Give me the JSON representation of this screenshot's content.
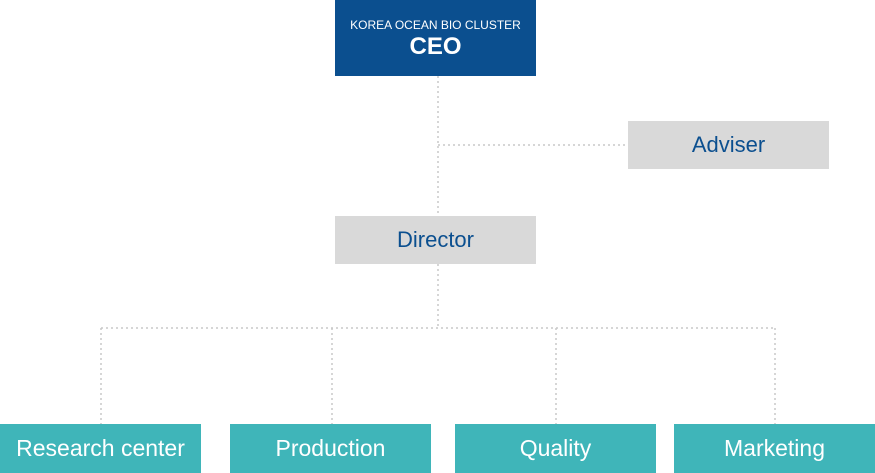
{
  "ceo": {
    "subtitle": "KOREA OCEAN BIO CLUSTER",
    "title": "CEO"
  },
  "adviser": {
    "label": "Adviser"
  },
  "director": {
    "label": "Director"
  },
  "departments": [
    {
      "label": "Research center"
    },
    {
      "label": "Production"
    },
    {
      "label": "Quality"
    },
    {
      "label": "Marketing"
    }
  ],
  "colors": {
    "ceo_box": "#0b4f8f",
    "label_text": "#0b4f8f",
    "gray_box": "#d9d9d9",
    "department_box": "#3fb5b9",
    "connector": "#c8c8c8"
  }
}
